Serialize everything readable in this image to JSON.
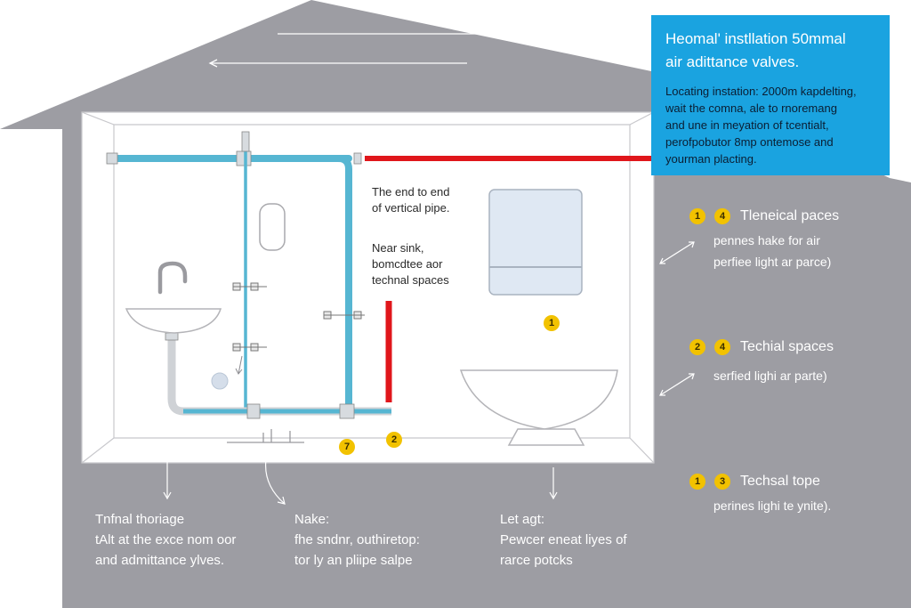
{
  "colors": {
    "wall": "#9d9da3",
    "room": "#ffffff",
    "pipe_blue": "#56b6d2",
    "pipe_grey": "#cfd2d6",
    "pipe_red": "#e0161b",
    "info_bg": "#1aa3e0",
    "badge": "#f2c200"
  },
  "info_box": {
    "title_line1": "Heomal' instllation 50mmal",
    "title_line2": "air adittance valves.",
    "body_lines": [
      "Locating instation: 2000m kapdelting,",
      "wait the comna, ale to rnoremang",
      "and une in meyation of tcentialt,",
      "perofpobutor 8mp ontemose and",
      "yourman placting."
    ]
  },
  "room_labels": {
    "vertical_pipe": [
      "The end to end",
      "of vertical pipe."
    ],
    "near_sink": [
      "Near sink,",
      "bomcdtee aor",
      "technal spaces"
    ]
  },
  "badges": {
    "room_1": "1",
    "floor_7": "7",
    "floor_2": "2"
  },
  "callouts": [
    {
      "badge_a": "1",
      "badge_b": "4",
      "title": "Tleneical paces",
      "lines": [
        "pennes hake for air",
        "perfiee light ar parce)"
      ]
    },
    {
      "badge_a": "2",
      "badge_b": "4",
      "title": "Techial spaces",
      "lines": [
        "serfied lighi ar parte)"
      ]
    },
    {
      "badge_a": "1",
      "badge_b": "3",
      "title": "Techsal tope",
      "lines": [
        "perines lighi te ynite)."
      ]
    }
  ],
  "bottom_labels": [
    {
      "title": "Tnfnal thoriage",
      "lines": [
        "tAlt at the exce nom oor",
        "and admittance ylves."
      ]
    },
    {
      "title": "Nake:",
      "lines": [
        "fhe sndnr, outhiretop:",
        "tor ly an pliipe salpe"
      ]
    },
    {
      "title": "Let agt:",
      "lines": [
        "Pewcer eneat liyes of",
        "rarce potcks"
      ]
    }
  ]
}
